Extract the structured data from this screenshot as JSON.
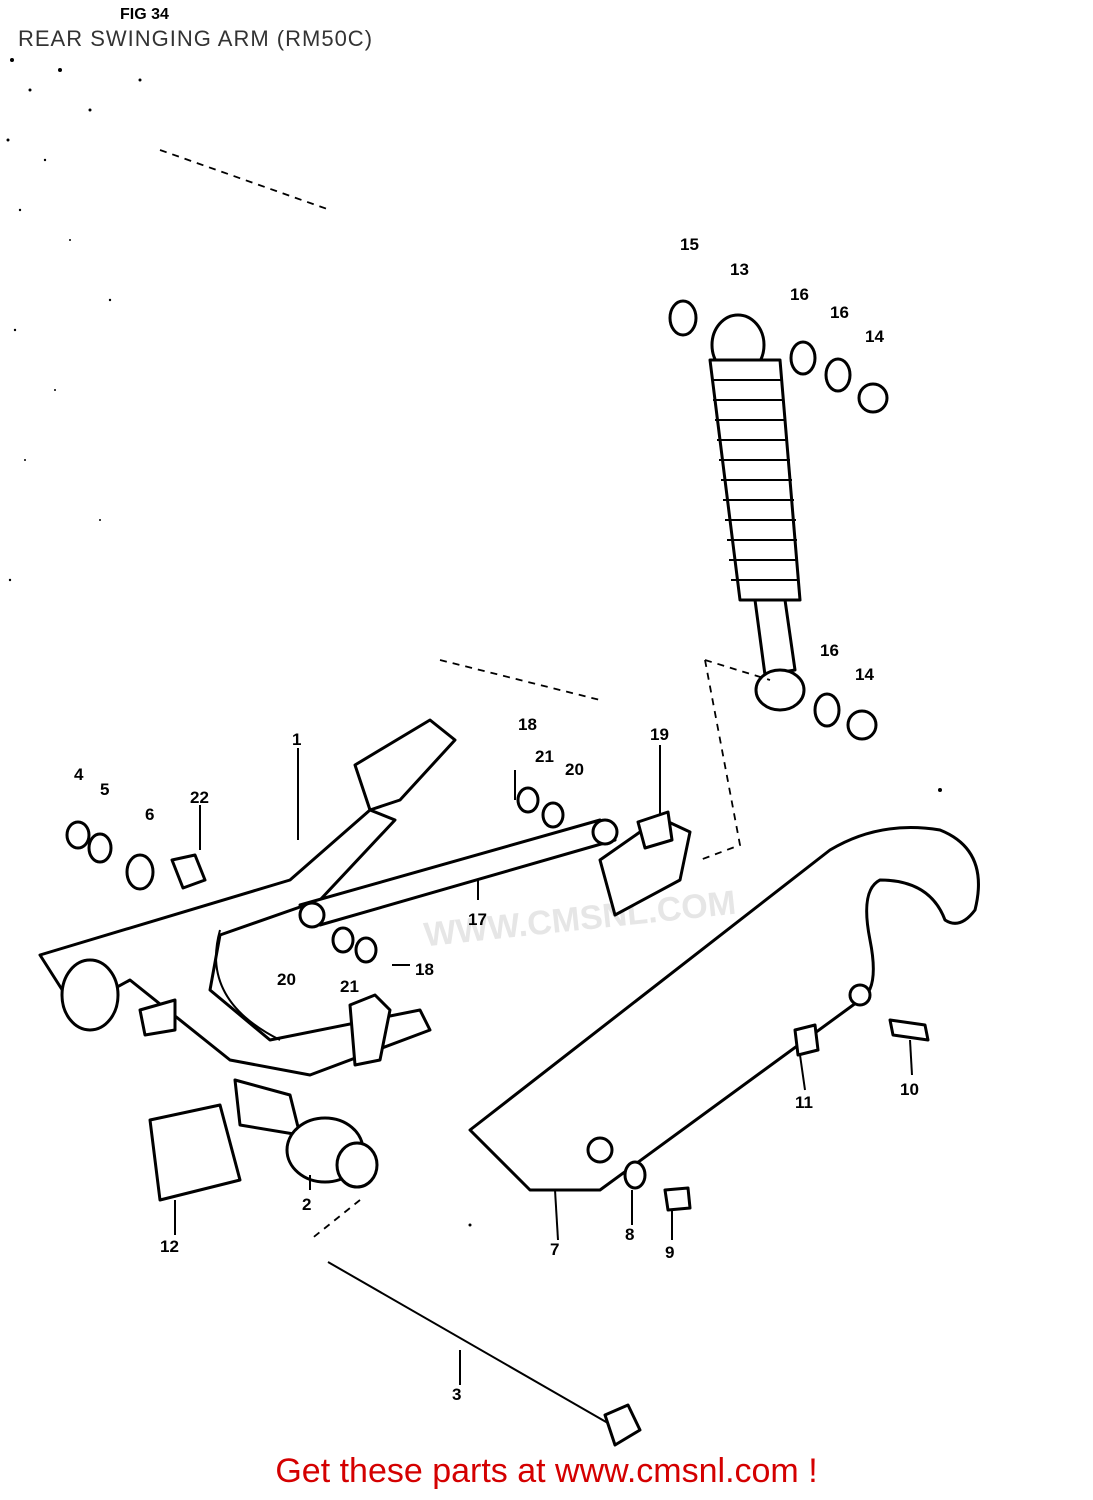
{
  "diagram": {
    "figure_number": "FIG 34",
    "title": "REAR SWINGING ARM (RM50C)",
    "watermark": "WWW.CMSNL.COM",
    "callouts": [
      "1",
      "2",
      "3",
      "4",
      "5",
      "6",
      "7",
      "8",
      "9",
      "10",
      "11",
      "12",
      "13",
      "14",
      "14",
      "15",
      "16",
      "16",
      "16",
      "17",
      "18",
      "18",
      "19",
      "20",
      "20",
      "21",
      "21",
      "22"
    ]
  },
  "footer": {
    "text": "Get these parts at www.cmsnl.com !",
    "color": "#d40000"
  }
}
